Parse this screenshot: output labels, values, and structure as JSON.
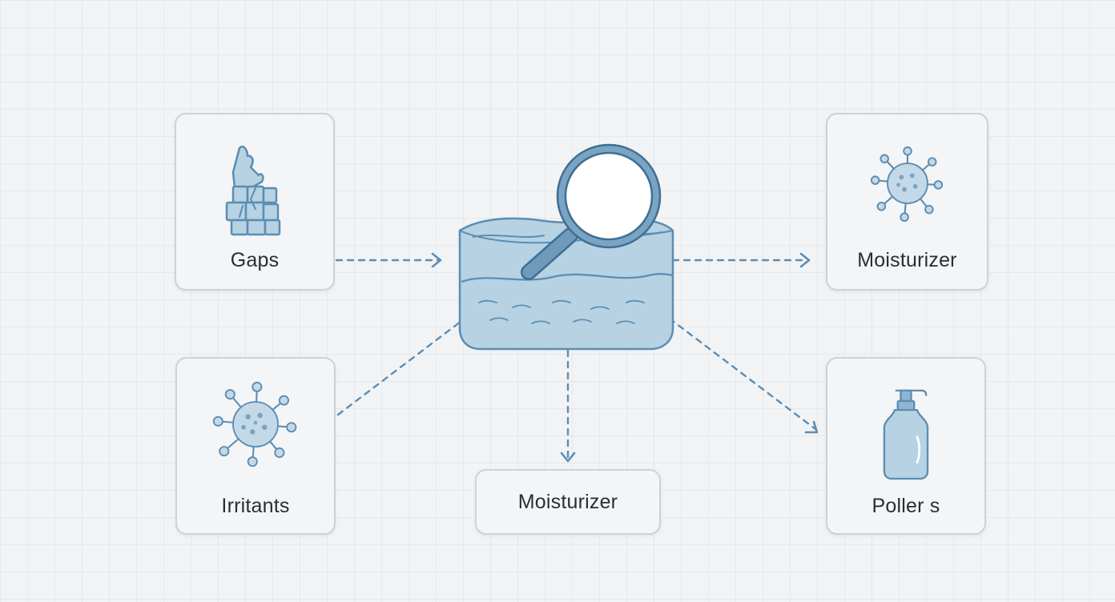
{
  "diagram": {
    "nodes": {
      "gaps": {
        "label": "Gaps",
        "icon": "crumbling-bricks-icon"
      },
      "irritants": {
        "label": "Irritants",
        "icon": "virus-icon"
      },
      "bottom_moisturizer": {
        "label": "Moisturizer"
      },
      "top_right_moisturizer": {
        "label": "Moisturizer",
        "icon": "virus-icon"
      },
      "pollers": {
        "label": "Poller s",
        "icon": "pump-bottle-icon"
      },
      "center": {
        "icon": "skin-layer-magnifier-icon"
      }
    },
    "colors": {
      "stroke": "#5b8db3",
      "fill": "#b6d2e3",
      "border": "#c8d3dd",
      "text": "#2a2d33",
      "background": "#f2f3f5"
    }
  }
}
